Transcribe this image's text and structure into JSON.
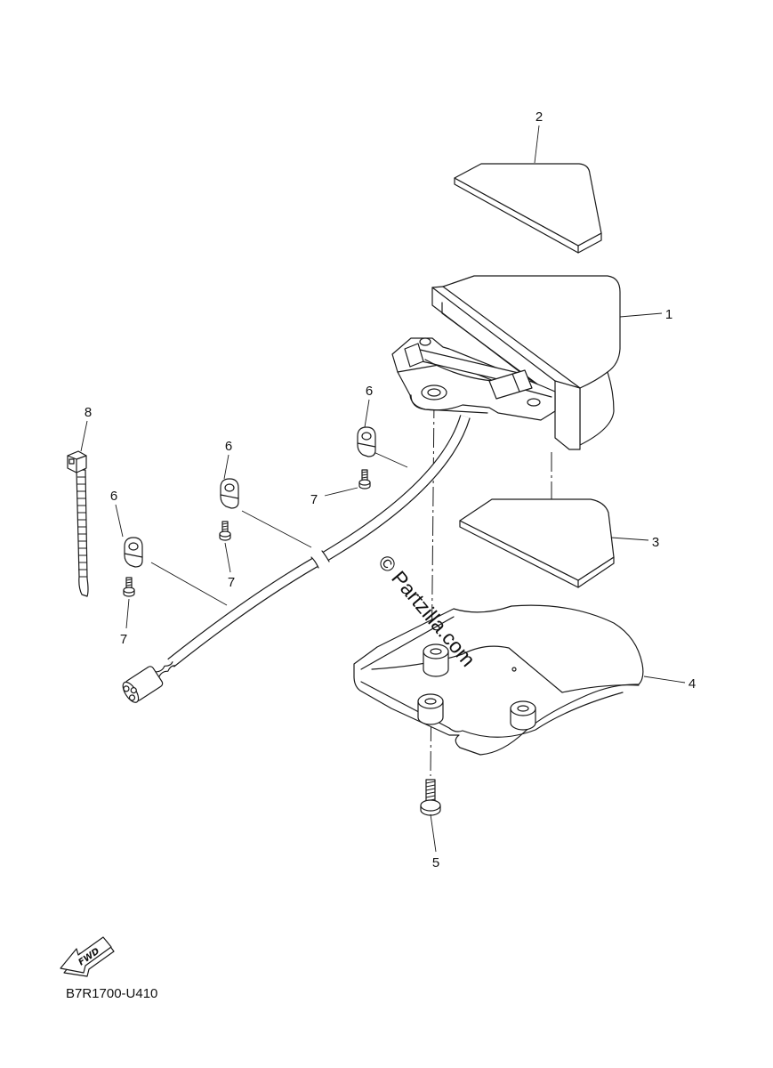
{
  "diagram": {
    "code": "B7R1700-U410",
    "watermark": "© Partzilla.com",
    "fwd_label": "FWD"
  },
  "callouts": [
    "2",
    "1",
    "3",
    "4",
    "5",
    "6",
    "7",
    "6",
    "7",
    "6",
    "7",
    "8"
  ],
  "colors": {
    "line": "#1a1a1a",
    "background": "#ffffff"
  }
}
